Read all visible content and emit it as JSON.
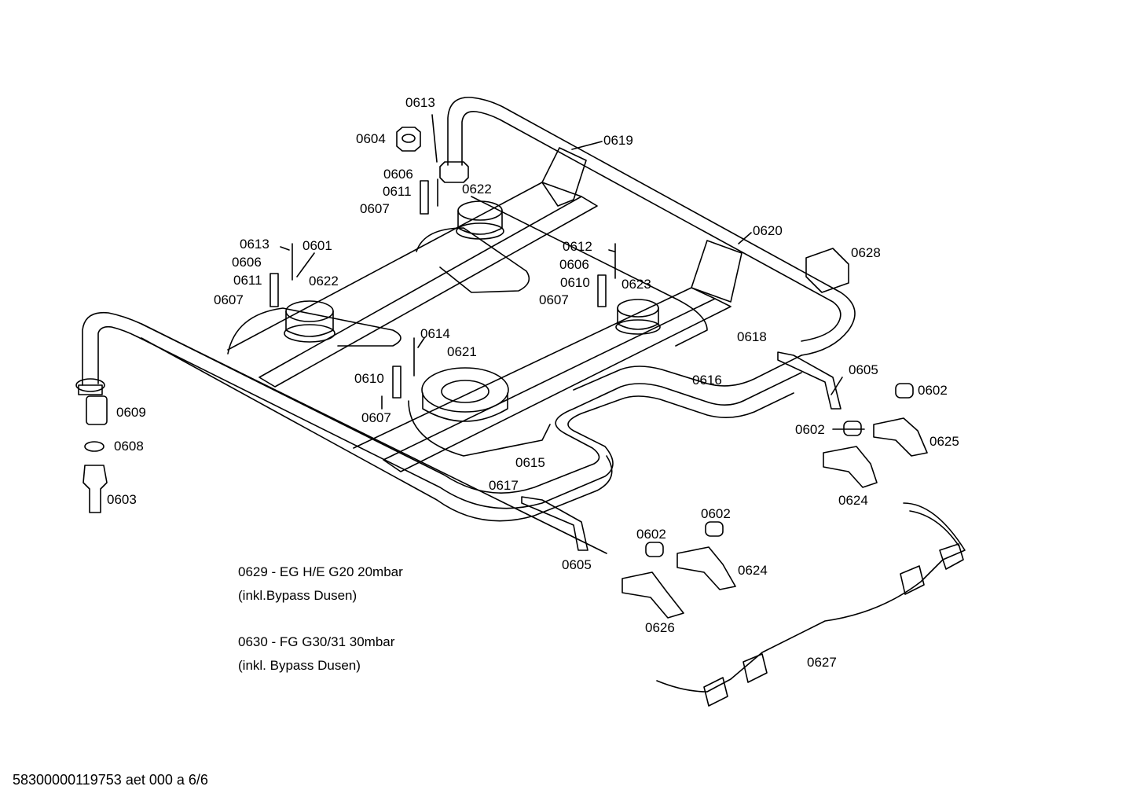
{
  "labels": {
    "l0613_top": "0613",
    "l0604": "0604",
    "l0619": "0619",
    "l0606_a": "0606",
    "l0611_a": "0611",
    "l0622_a": "0622",
    "l0607_a": "0607",
    "l0620": "0620",
    "l0628": "0628",
    "l0613_b": "0613",
    "l0601": "0601",
    "l0606_b": "0606",
    "l0611_b": "0611",
    "l0622_b": "0622",
    "l0607_b": "0607",
    "l0612": "0612",
    "l0606_c": "0606",
    "l0610_a": "0610",
    "l0623": "0623",
    "l0607_c": "0607",
    "l0614": "0614",
    "l0618": "0618",
    "l0621": "0621",
    "l0616": "0616",
    "l0605_a": "0605",
    "l0602_a": "0602",
    "l0610_b": "0610",
    "l0609": "0609",
    "l0607_d": "0607",
    "l0602_b": "0602",
    "l0625": "0625",
    "l0608": "0608",
    "l0615": "0615",
    "l0603": "0603",
    "l0617": "0617",
    "l0624_a": "0624",
    "l0602_c": "0602",
    "l0602_d": "0602",
    "l0605_b": "0605",
    "l0624_b": "0624",
    "l0626": "0626",
    "l0627": "0627"
  },
  "notes": {
    "n0629_line1": "0629 - EG H/E G20 20mbar",
    "n0629_line2": "(inkl.Bypass Dusen)",
    "n0630_line1": "0630 - FG G30/31 30mbar",
    "n0630_line2": "(inkl. Bypass Dusen)"
  },
  "footer": "58300000119753 aet 000 a 6/6"
}
